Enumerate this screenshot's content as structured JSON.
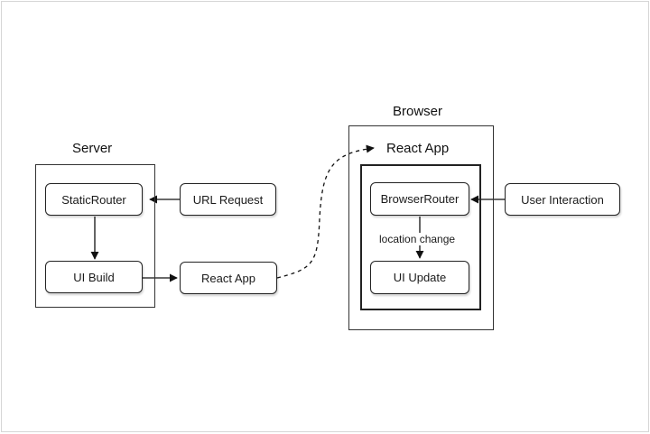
{
  "diagram": {
    "groups": {
      "server": {
        "label": "Server"
      },
      "browser": {
        "label": "Browser"
      },
      "react_app_container": {
        "label": "React App"
      }
    },
    "nodes": {
      "static_router": "StaticRouter",
      "url_request": "URL Request",
      "ui_build": "UI Build",
      "react_app": "React App",
      "browser_router": "BrowserRouter",
      "user_interaction": "User Interaction",
      "ui_update": "UI Update"
    },
    "edges": [
      {
        "from": "url_request",
        "to": "static_router",
        "label": ""
      },
      {
        "from": "static_router",
        "to": "ui_build",
        "label": ""
      },
      {
        "from": "ui_build",
        "to": "react_app",
        "label": ""
      },
      {
        "from": "react_app",
        "to": "react_app_container",
        "label": "",
        "style": "dashed"
      },
      {
        "from": "user_interaction",
        "to": "browser_router",
        "label": ""
      },
      {
        "from": "browser_router",
        "to": "ui_update",
        "label": "location change"
      }
    ]
  }
}
